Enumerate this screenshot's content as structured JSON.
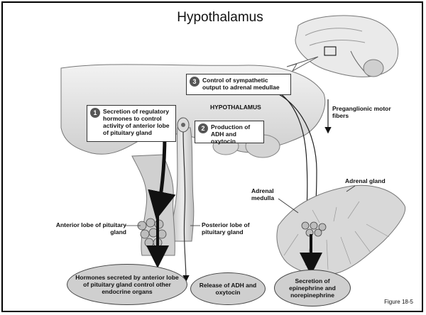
{
  "title": "Hypothalamus",
  "labels": {
    "hypothalamus": "HYPOTHALAMUS",
    "preganglionic": "Preganglionic motor fibers",
    "adrenal_gland": "Adrenal gland",
    "adrenal_medulla": "Adrenal medulla",
    "anterior_lobe": "Anterior lobe of pituitary gland",
    "posterior_lobe": "Posterior lobe of pituitary gland"
  },
  "steps": [
    {
      "num": "1",
      "text": "Secretion of regulatory hormones to control activity of anterior lobe of pituitary gland"
    },
    {
      "num": "2",
      "text": "Production of ADH and oxytocin"
    },
    {
      "num": "3",
      "text": "Control of sympathetic output to adrenal medullae"
    }
  ],
  "outcomes": {
    "hormones": "Hormones secreted by anterior lobe of pituitary gland control other endocrine organs",
    "adh": "Release of ADH and oxytocin",
    "secretion": "Secretion of epinephrine and norepinephrine"
  },
  "figure_caption": "Figure 18-5"
}
